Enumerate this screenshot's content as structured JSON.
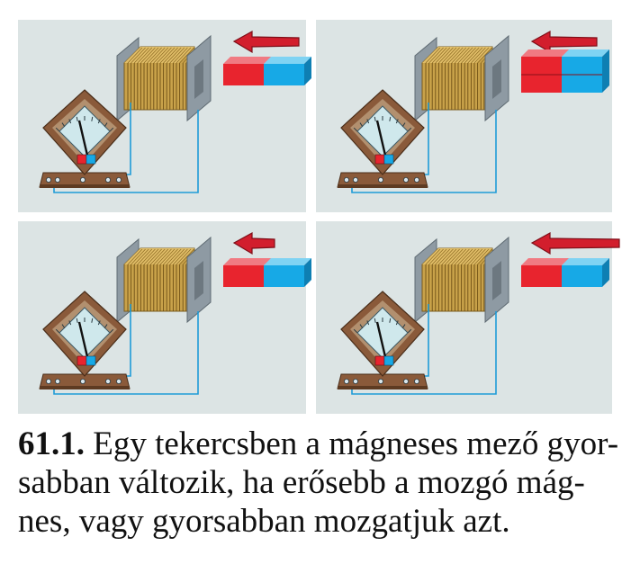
{
  "figure": {
    "panels": [
      {
        "id": "top-left",
        "arrow_strength": "medium",
        "magnet_strength": "weak"
      },
      {
        "id": "top-right",
        "arrow_strength": "medium",
        "magnet_strength": "strong"
      },
      {
        "id": "bottom-left",
        "arrow_strength": "short",
        "magnet_strength": "weak"
      },
      {
        "id": "bottom-right",
        "arrow_strength": "long",
        "magnet_strength": "weak"
      }
    ],
    "colors": {
      "panel_bg": "#DCE4E4",
      "arrow": "#D21E2D",
      "magnet_north": "#E8242E",
      "magnet_south": "#17A9E6",
      "coil": "#C9A24A",
      "frame": "#8E9AA3",
      "wire": "#1E9BD7",
      "meter_body": "#8A5A3A",
      "meter_face": "#CFE8EC"
    }
  },
  "caption": {
    "number": "61.1.",
    "text": "Egy tekercsben a mágneses mező gyor-\nsabban változik, ha erősebb a mozgó mág-\nnes, vagy gyorsabban mozgatjuk azt."
  }
}
